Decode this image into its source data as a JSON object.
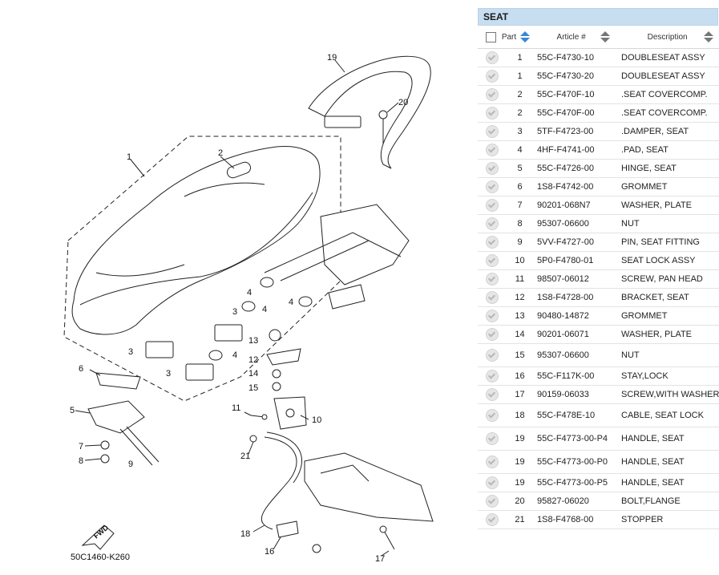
{
  "diagram": {
    "code": "50C1460-K260",
    "fwd_label": "FWD",
    "callouts": [
      "1",
      "2",
      "3",
      "3",
      "3",
      "4",
      "4",
      "4",
      "4",
      "5",
      "6",
      "7",
      "8",
      "9",
      "10",
      "11",
      "12",
      "13",
      "14",
      "15",
      "16",
      "17",
      "18",
      "19",
      "20",
      "21"
    ]
  },
  "panel": {
    "title": "SEAT",
    "headers": {
      "part": "Part",
      "article": "Article #",
      "description": "Description"
    },
    "rows": [
      {
        "part": "1",
        "article": "55C-F4730-10",
        "description": "DOUBLESEAT ASSY"
      },
      {
        "part": "1",
        "article": "55C-F4730-20",
        "description": "DOUBLESEAT ASSY"
      },
      {
        "part": "2",
        "article": "55C-F470F-10",
        "description": ".SEAT COVERCOMP."
      },
      {
        "part": "2",
        "article": "55C-F470F-00",
        "description": ".SEAT COVERCOMP."
      },
      {
        "part": "3",
        "article": "5TF-F4723-00",
        "description": ".DAMPER, SEAT"
      },
      {
        "part": "4",
        "article": "4HF-F4741-00",
        "description": ".PAD, SEAT"
      },
      {
        "part": "5",
        "article": "55C-F4726-00",
        "description": "HINGE, SEAT"
      },
      {
        "part": "6",
        "article": "1S8-F4742-00",
        "description": "GROMMET"
      },
      {
        "part": "7",
        "article": "90201-068N7",
        "description": "WASHER, PLATE"
      },
      {
        "part": "8",
        "article": "95307-06600",
        "description": "NUT"
      },
      {
        "part": "9",
        "article": "5VV-F4727-00",
        "description": "PIN, SEAT FITTING"
      },
      {
        "part": "10",
        "article": "5P0-F4780-01",
        "description": "SEAT LOCK ASSY"
      },
      {
        "part": "11",
        "article": "98507-06012",
        "description": "SCREW, PAN HEAD"
      },
      {
        "part": "12",
        "article": "1S8-F4728-00",
        "description": "BRACKET, SEAT"
      },
      {
        "part": "13",
        "article": "90480-14872",
        "description": "GROMMET"
      },
      {
        "part": "14",
        "article": "90201-06071",
        "description": "WASHER, PLATE"
      },
      {
        "part": "15",
        "article": "95307-06600",
        "description": "NUT"
      },
      {
        "part": "16",
        "article": "55C-F117K-00",
        "description": "STAY,LOCK"
      },
      {
        "part": "17",
        "article": "90159-06033",
        "description": "SCREW,WITH WASHER"
      },
      {
        "part": "18",
        "article": "55C-F478E-10",
        "description": "CABLE, SEAT LOCK"
      },
      {
        "part": "19",
        "article": "55C-F4773-00-P4",
        "description": "HANDLE, SEAT"
      },
      {
        "part": "19",
        "article": "55C-F4773-00-P0",
        "description": "HANDLE, SEAT"
      },
      {
        "part": "19",
        "article": "55C-F4773-00-P5",
        "description": "HANDLE, SEAT"
      },
      {
        "part": "20",
        "article": "95827-06020",
        "description": "BOLT,FLANGE"
      },
      {
        "part": "21",
        "article": "1S8-F4768-00",
        "description": "STOPPER"
      }
    ]
  },
  "colors": {
    "header_bg": "#c7def1",
    "sort_active": "#3a87d6"
  }
}
